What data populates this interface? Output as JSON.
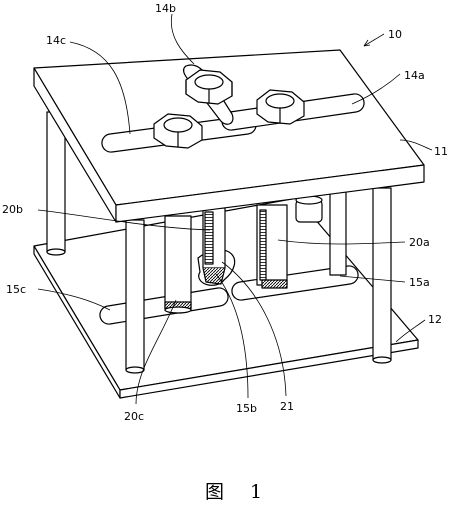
{
  "labels": {
    "l10": "10",
    "l14b": "14b",
    "l14c": "14c",
    "l14a": "14a",
    "l11": "11",
    "l20b": "20b",
    "l20a": "20a",
    "l15c": "15c",
    "l15a": "15a",
    "l12": "12",
    "l20c": "20c",
    "l15b": "15b",
    "l21": "21"
  },
  "caption": {
    "prefix": "图",
    "number": "1"
  }
}
